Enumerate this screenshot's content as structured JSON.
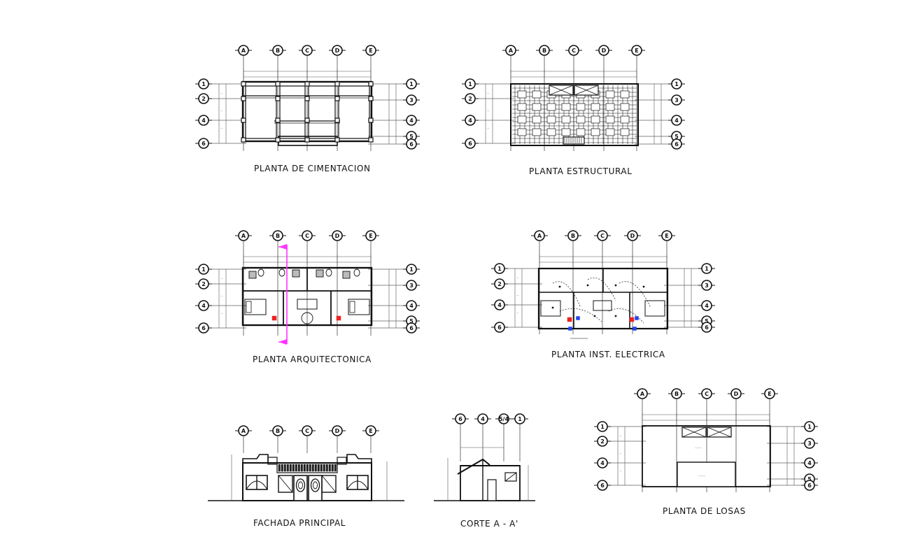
{
  "drawings": {
    "cimentacion": {
      "title": "PLANTA DE CIMENTACION"
    },
    "estructural": {
      "title": "PLANTA ESTRUCTURAL"
    },
    "arquitectonica": {
      "title": "PLANTA ARQUITECTONICA"
    },
    "electrica": {
      "title": "PLANTA INST. ELECTRICA"
    },
    "fachada": {
      "title": "FACHADA PRINCIPAL"
    },
    "corte": {
      "title": "CORTE A - A'"
    },
    "losas": {
      "title": "PLANTA DE LOSAS"
    }
  },
  "axes": {
    "columns": [
      "A",
      "B",
      "C",
      "D",
      "E"
    ],
    "rows_left": [
      "1",
      "2",
      "4",
      "6"
    ],
    "rows_right": [
      "1",
      "3",
      "4",
      "5",
      "6"
    ],
    "section_axes": [
      "6",
      "4",
      "5/4",
      "1"
    ]
  },
  "colors": {
    "line": "#111111",
    "dim": "#555555",
    "section_marker": "#ff33ff",
    "electric_red": "#ee2222",
    "electric_blue": "#2244ee"
  }
}
